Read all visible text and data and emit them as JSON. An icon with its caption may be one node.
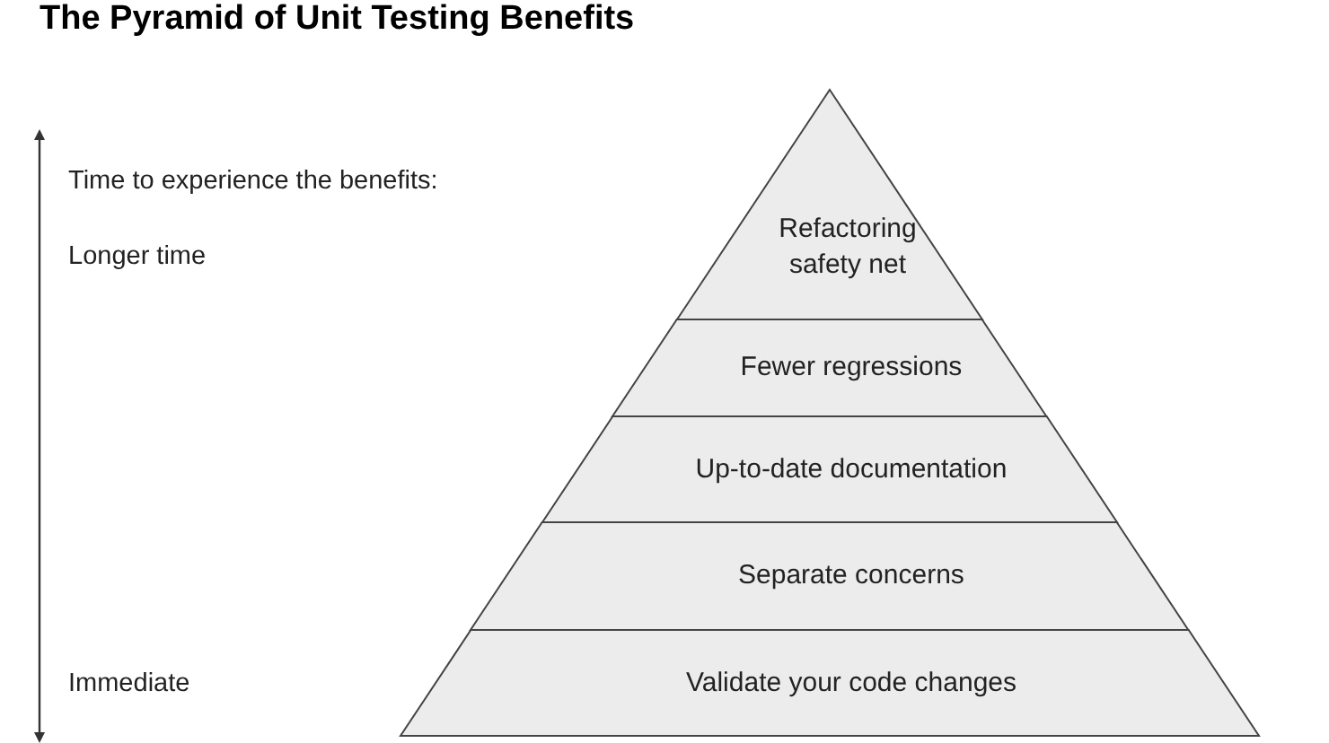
{
  "diagram": {
    "title": "The Pyramid of Unit Testing Benefits",
    "nodes": [
      {
        "text": [
          "Refactoring safety net"
        ]
      },
      {
        "text": [
          "Fewer regressions"
        ]
      },
      {
        "text": [
          "Up-to-date documentation"
        ]
      },
      {
        "text": [
          "Separate concerns"
        ]
      },
      {
        "text": [
          "Validate your code changes"
        ]
      }
    ],
    "labels": [
      "Time to experience the benefits:",
      "Longer time",
      "Immediate"
    ]
  }
}
